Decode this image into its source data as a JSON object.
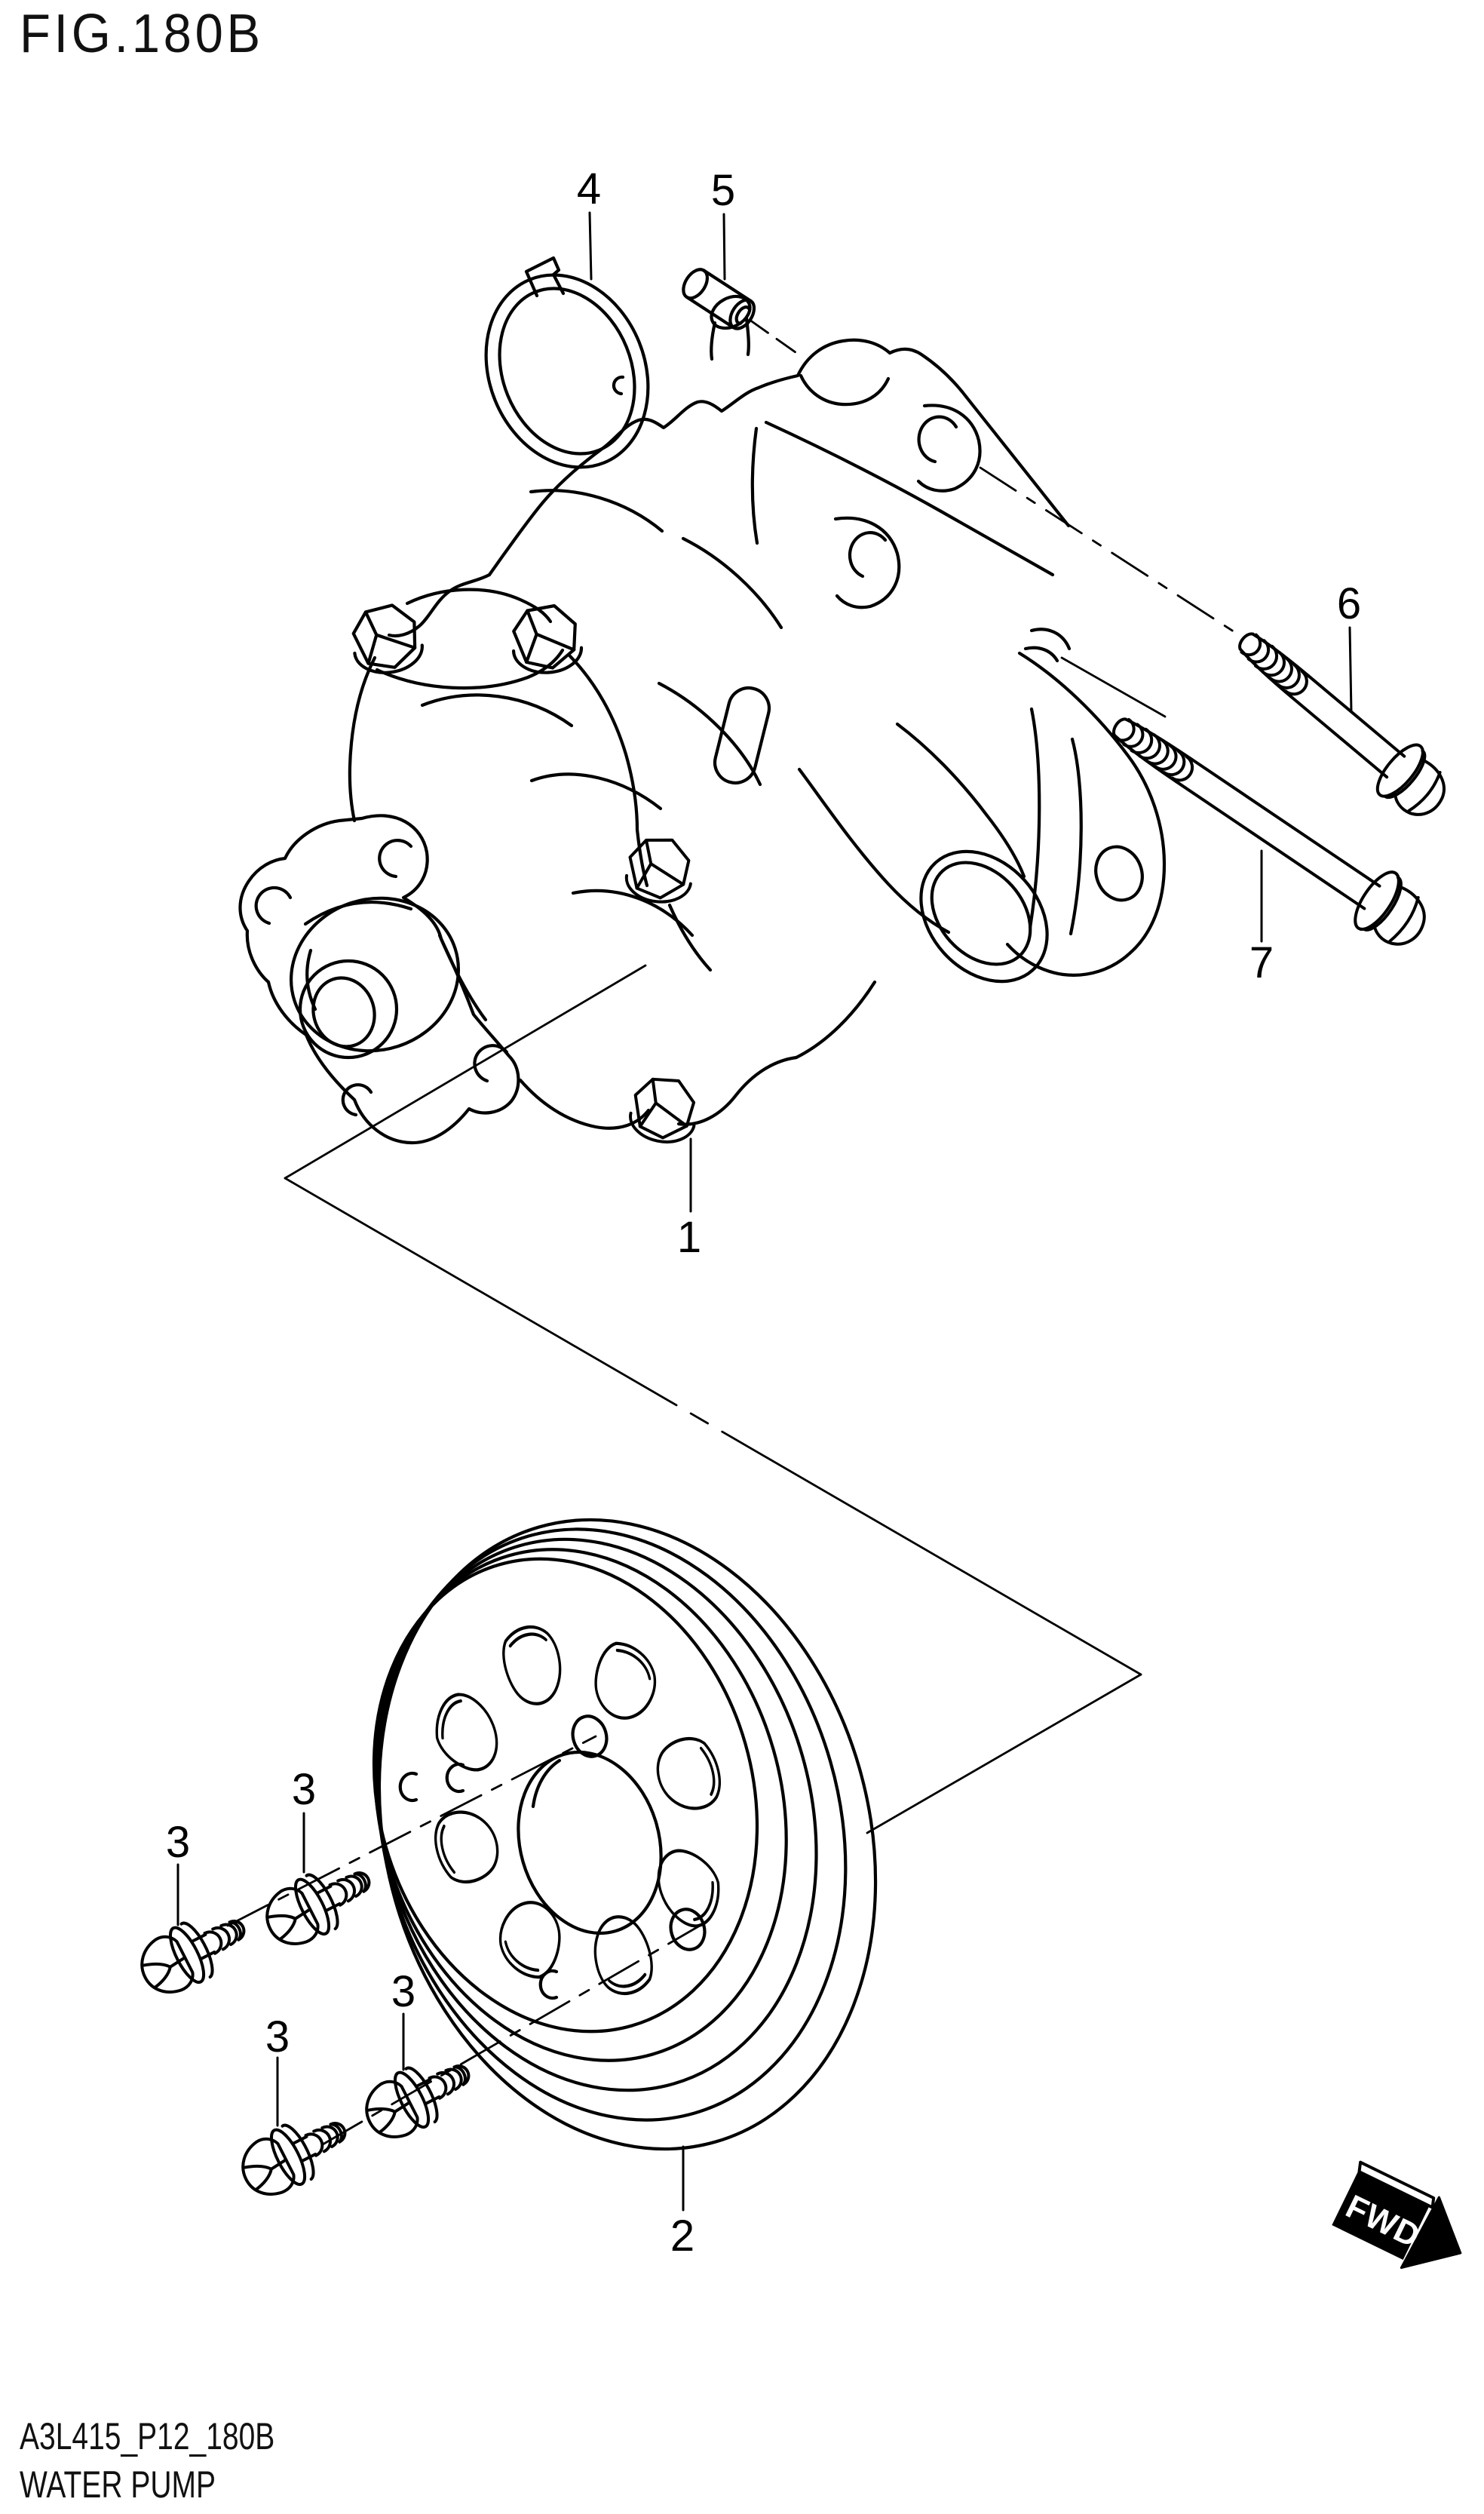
{
  "figure": {
    "title": "FIG.180B"
  },
  "footer": {
    "code": "A3L415_P12_180B",
    "caption": "WATER PUMP"
  },
  "fwd_marker": {
    "label": "FWD"
  },
  "callouts": {
    "c1": "1",
    "c2": "2",
    "c3a": "3",
    "c3b": "3",
    "c3c": "3",
    "c3d": "3",
    "c4": "4",
    "c5": "5",
    "c6": "6",
    "c7": "7"
  },
  "colors": {
    "ink": "#000000",
    "paper": "#ffffff"
  }
}
